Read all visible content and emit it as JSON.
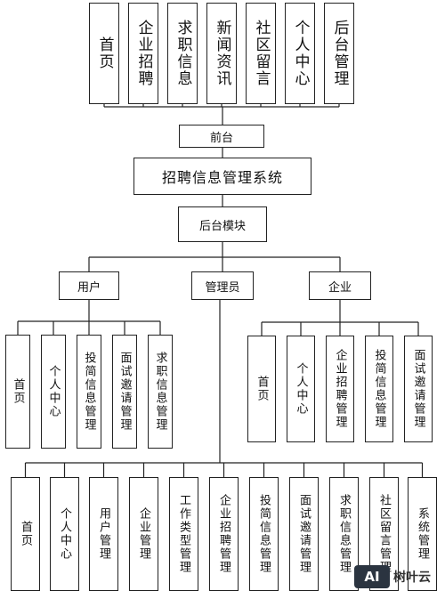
{
  "frontend": {
    "modules": [
      "首页",
      "企业招聘",
      "求职信息",
      "新闻资讯",
      "社区留言",
      "个人中心",
      "后台管理"
    ],
    "label": "前台"
  },
  "system_title": "招聘信息管理系统",
  "backend": {
    "label": "后台模块",
    "roles": [
      {
        "label": "用户",
        "modules": [
          "首页",
          "个人中心",
          "投简信息管理",
          "面试邀请管理",
          "求职信息管理"
        ]
      },
      {
        "label": "管理员",
        "modules": [
          "首页",
          "个人中心",
          "用户管理",
          "企业管理",
          "工作类型管理",
          "企业招聘管理",
          "投简信息管理",
          "面试邀请管理",
          "求职信息管理",
          "社区留言管理",
          "系统管理"
        ]
      },
      {
        "label": "企业",
        "modules": [
          "首页",
          "个人中心",
          "企业招聘管理",
          "投简信息管理",
          "面试邀请管理"
        ]
      }
    ]
  },
  "watermark": {
    "logo": "AI",
    "text": "树叶云"
  }
}
